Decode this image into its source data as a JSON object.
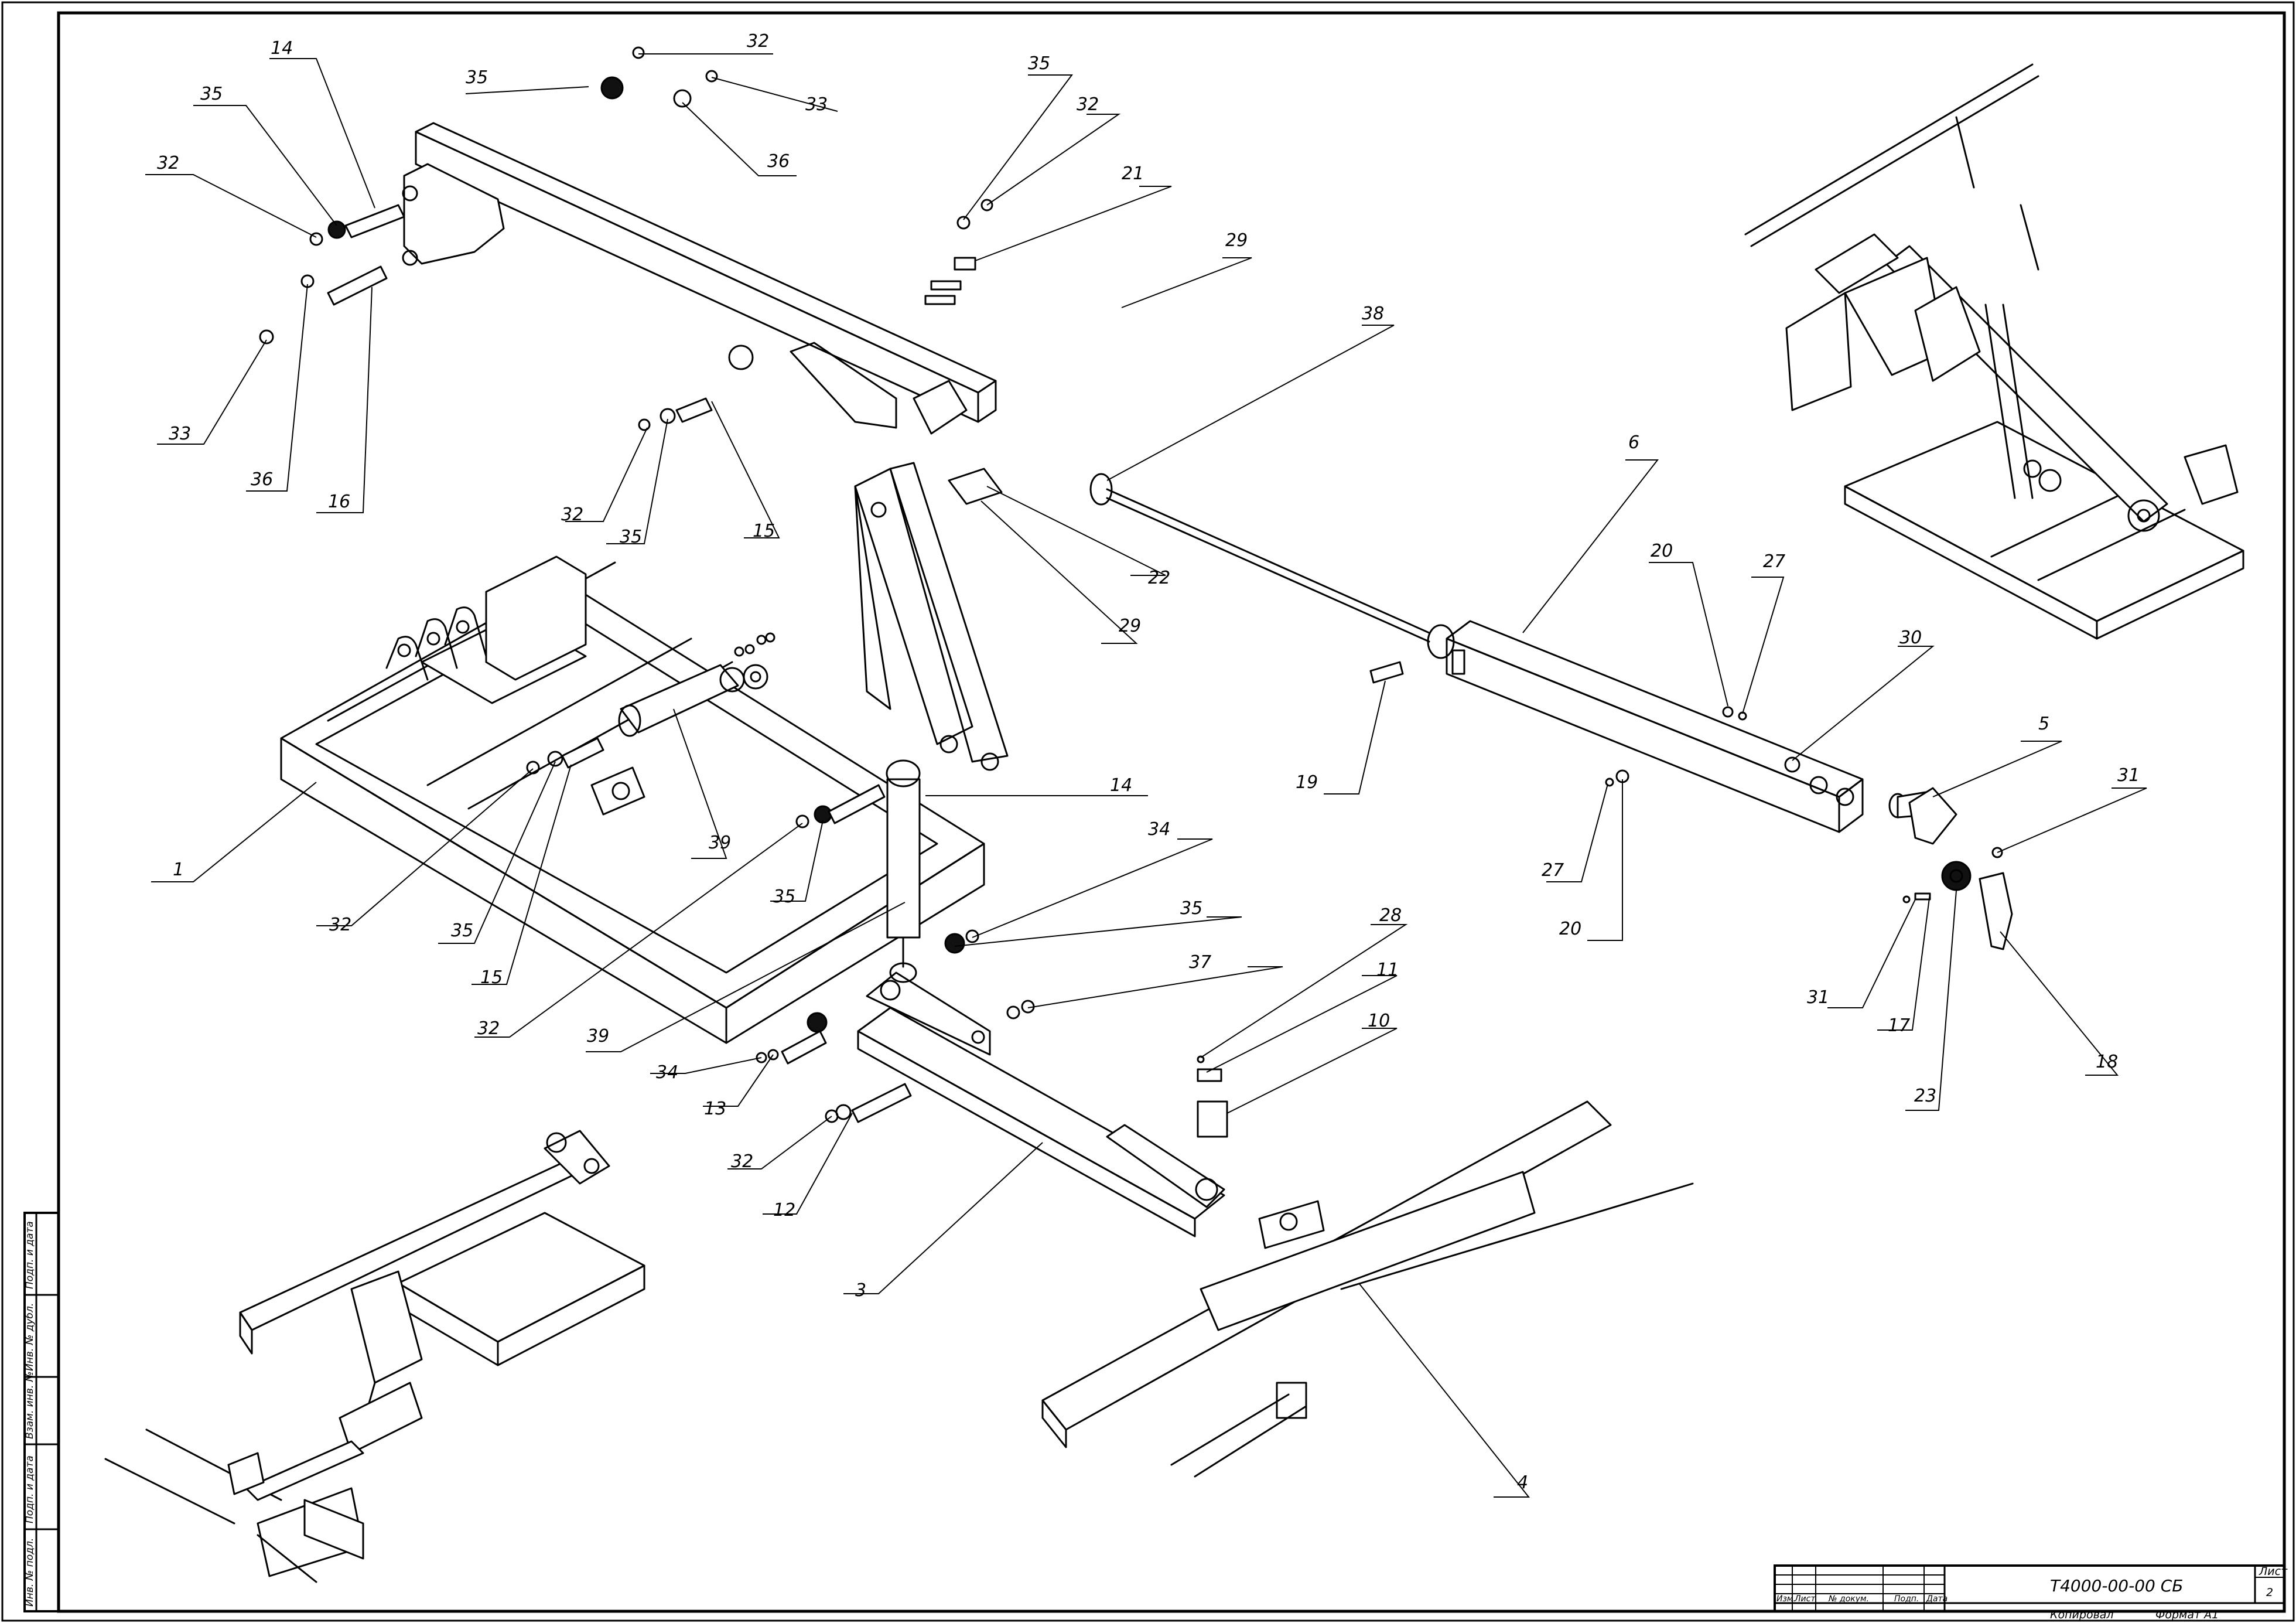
{
  "drawing": {
    "designation": "Т4000-00-00 СБ",
    "sheet_label": "Лист",
    "sheet_number": "2",
    "copied_label": "Копировал",
    "format_label": "Формат А1"
  },
  "title_block_headers": [
    "Изм.",
    "Лист",
    "№ докум.",
    "Подп.",
    "Дата"
  ],
  "side_stamp": [
    "Подп. и дата",
    "Инв. № дубл.",
    "Взам. инв. №",
    "Подп. и дата",
    "Инв. № подл."
  ],
  "callouts": [
    {
      "id": "c-14a",
      "text": "14"
    },
    {
      "id": "c-35a",
      "text": "35"
    },
    {
      "id": "c-32a",
      "text": "32"
    },
    {
      "id": "c-33a",
      "text": "33"
    },
    {
      "id": "c-36a",
      "text": "36"
    },
    {
      "id": "c-16",
      "text": "16"
    },
    {
      "id": "c-35b",
      "text": "35"
    },
    {
      "id": "c-32b",
      "text": "32"
    },
    {
      "id": "c-33b",
      "text": "33"
    },
    {
      "id": "c-36b",
      "text": "36"
    },
    {
      "id": "c-35c",
      "text": "35"
    },
    {
      "id": "c-32c",
      "text": "32"
    },
    {
      "id": "c-21",
      "text": "21"
    },
    {
      "id": "c-29a",
      "text": "29"
    },
    {
      "id": "c-38",
      "text": "38"
    },
    {
      "id": "c-22",
      "text": "22"
    },
    {
      "id": "c-29b",
      "text": "29"
    },
    {
      "id": "c-32d",
      "text": "32"
    },
    {
      "id": "c-35d",
      "text": "35"
    },
    {
      "id": "c-15a",
      "text": "15"
    },
    {
      "id": "c-6",
      "text": "6"
    },
    {
      "id": "c-20a",
      "text": "20"
    },
    {
      "id": "c-27a",
      "text": "27"
    },
    {
      "id": "c-30",
      "text": "30"
    },
    {
      "id": "c-19",
      "text": "19"
    },
    {
      "id": "c-27b",
      "text": "27"
    },
    {
      "id": "c-20b",
      "text": "20"
    },
    {
      "id": "c-5",
      "text": "5"
    },
    {
      "id": "c-31a",
      "text": "31"
    },
    {
      "id": "c-31b",
      "text": "31"
    },
    {
      "id": "c-17",
      "text": "17"
    },
    {
      "id": "c-23",
      "text": "23"
    },
    {
      "id": "c-18",
      "text": "18"
    },
    {
      "id": "c-1",
      "text": "1"
    },
    {
      "id": "c-39a",
      "text": "39"
    },
    {
      "id": "c-32e",
      "text": "32"
    },
    {
      "id": "c-35e",
      "text": "35"
    },
    {
      "id": "c-15b",
      "text": "15"
    },
    {
      "id": "c-14b",
      "text": "14"
    },
    {
      "id": "c-34a",
      "text": "34"
    },
    {
      "id": "c-35f",
      "text": "35"
    },
    {
      "id": "c-37",
      "text": "37"
    },
    {
      "id": "c-32f",
      "text": "32"
    },
    {
      "id": "c-39b",
      "text": "39"
    },
    {
      "id": "c-34b",
      "text": "34"
    },
    {
      "id": "c-13",
      "text": "13"
    },
    {
      "id": "c-32g",
      "text": "32"
    },
    {
      "id": "c-12",
      "text": "12"
    },
    {
      "id": "c-28",
      "text": "28"
    },
    {
      "id": "c-11",
      "text": "11"
    },
    {
      "id": "c-10",
      "text": "10"
    },
    {
      "id": "c-3",
      "text": "3"
    },
    {
      "id": "c-4",
      "text": "4"
    }
  ]
}
